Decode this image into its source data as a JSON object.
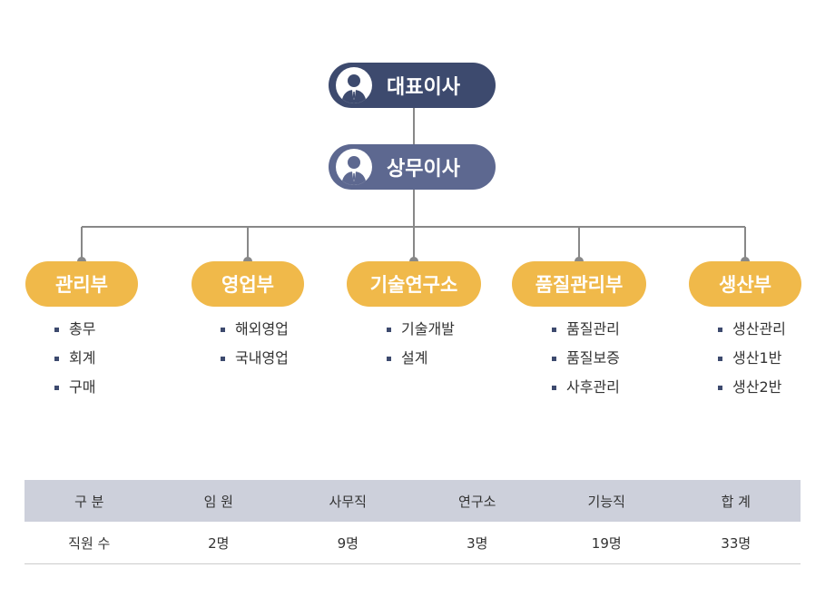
{
  "org": {
    "ceo": {
      "label": "대표이사",
      "color": "#3d4a6e",
      "icon": "person-icon"
    },
    "vp": {
      "label": "상무이사",
      "color": "#5d6890",
      "icon": "person-icon"
    },
    "departments": [
      {
        "name": "관리부",
        "items": [
          "총무",
          "회계",
          "구매"
        ]
      },
      {
        "name": "영업부",
        "items": [
          "해외영업",
          "국내영업"
        ]
      },
      {
        "name": "기술연구소",
        "items": [
          "기술개발",
          "설계"
        ]
      },
      {
        "name": "품질관리부",
        "items": [
          "품질관리",
          "품질보증",
          "사후관리"
        ]
      },
      {
        "name": "생산부",
        "items": [
          "생산관리",
          "생산1반",
          "생산2반"
        ]
      }
    ],
    "dept_color": "#f0b94a",
    "line_color": "#888888"
  },
  "table": {
    "headers": [
      "구 분",
      "임 원",
      "사무직",
      "연구소",
      "기능직",
      "합 계"
    ],
    "rows": [
      [
        "직원 수",
        "2명",
        "9명",
        "3명",
        "19명",
        "33명"
      ]
    ]
  }
}
